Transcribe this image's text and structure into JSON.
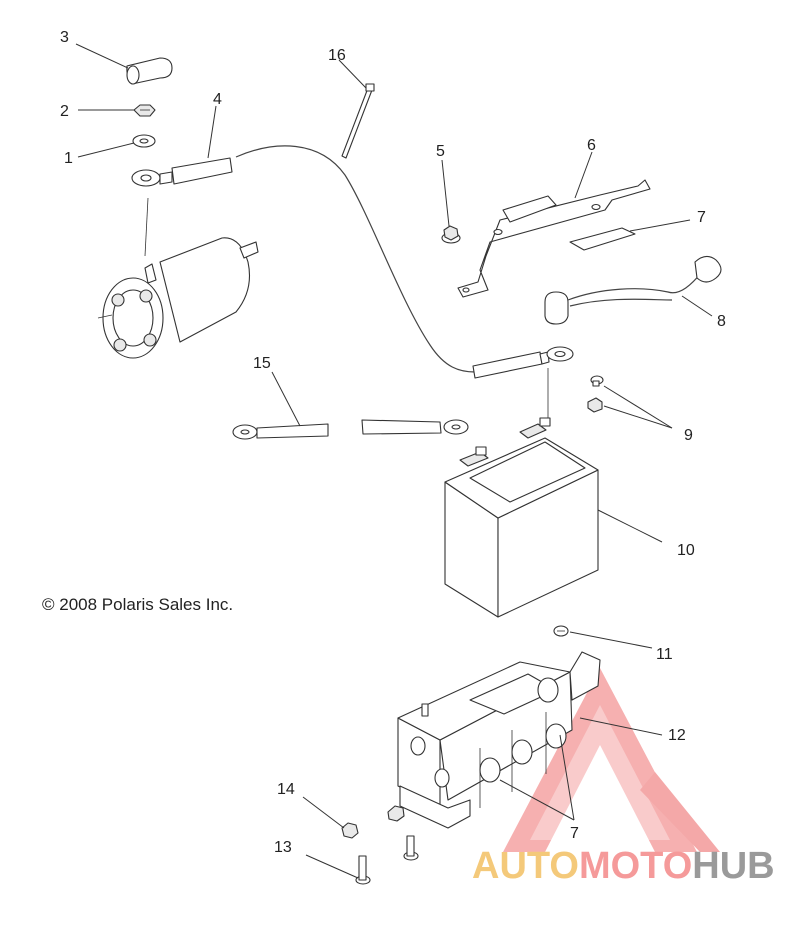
{
  "copyright": "© 2008 Polaris Sales Inc.",
  "watermark": {
    "part1": "AUTO",
    "part2": "MOTO",
    "part3": "HUB",
    "color_auto": "#f4c97a",
    "color_moto": "#f59a9a",
    "color_hub": "#9a9a9a"
  },
  "callouts": {
    "c1": "1",
    "c2": "2",
    "c3": "3",
    "c4": "4",
    "c5": "5",
    "c6": "6",
    "c7a": "7",
    "c7b": "7",
    "c8": "8",
    "c9": "9",
    "c10": "10",
    "c11": "11",
    "c12": "12",
    "c13": "13",
    "c14": "14",
    "c15": "15",
    "c16": "16"
  }
}
